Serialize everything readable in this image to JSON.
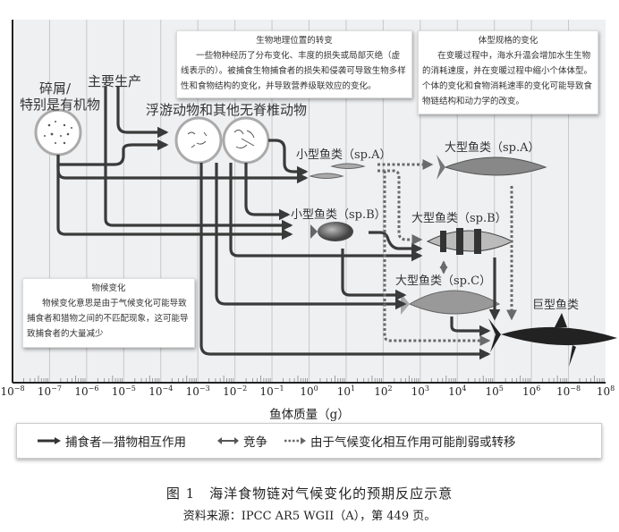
{
  "chart_data": {
    "type": "diagram",
    "title": "海洋食物链对气候变化的预期反应示意",
    "xlabel": "鱼体质量（g）",
    "x_scale": "log10",
    "xlim": [
      -8,
      8
    ],
    "tick_labels": [
      "10^-8",
      "10^-7",
      "10^-6",
      "10^-5",
      "10^-4",
      "10^-3",
      "10^-2",
      "10^-1",
      "10^0",
      "10^1",
      "10^2",
      "10^3",
      "10^4",
      "10^5",
      "10^6",
      "10^-8",
      "10^8"
    ],
    "grid": true
  },
  "ticks": [
    {
      "base": "10",
      "exp": "−8"
    },
    {
      "base": "10",
      "exp": "−7"
    },
    {
      "base": "10",
      "exp": "−6"
    },
    {
      "base": "10",
      "exp": "−5"
    },
    {
      "base": "10",
      "exp": "−4"
    },
    {
      "base": "10",
      "exp": "−3"
    },
    {
      "base": "10",
      "exp": "−2"
    },
    {
      "base": "10",
      "exp": "−1"
    },
    {
      "base": "10",
      "exp": "0"
    },
    {
      "base": "10",
      "exp": "1"
    },
    {
      "base": "10",
      "exp": "2"
    },
    {
      "base": "10",
      "exp": "3"
    },
    {
      "base": "10",
      "exp": "4"
    },
    {
      "base": "10",
      "exp": "5"
    },
    {
      "base": "10",
      "exp": "6"
    },
    {
      "base": "10",
      "exp": "−8"
    },
    {
      "base": "10",
      "exp": "8"
    }
  ],
  "nodes": {
    "detritus": "碎屑/",
    "detritus2": "特别是有机物",
    "primary": "主要生产",
    "plankton": "浮游动物和其他无脊椎动物",
    "small_a": "小型鱼类（sp.A）",
    "small_b": "小型鱼类（sp.B）",
    "large_a": "大型鱼类（sp.A）",
    "large_b": "大型鱼类（sp.B）",
    "large_c": "大型鱼类（sp.C）",
    "giant": "巨型鱼类"
  },
  "boxes": {
    "biogeo": {
      "title": "生物地理位置的转变",
      "body": "一些物种经历了分布变化、丰度的损失或局部灭绝（虚线表示的）。被捕食生物捕食者的损失和侵袭可导致生物多样性和食物结构的变化，并导致营养级联效应的变化。"
    },
    "bodysize": {
      "title": "体型规格的变化",
      "body": "在变暖过程中，海水升温会增加水生生物的消耗速度，并在变暖过程中缩小个体体型。个体的变化和食物消耗速率的变化可能导致食物链结构和动力学的改变。"
    },
    "phenology": {
      "title": "物候变化",
      "body": "物候变化意思是由于气候变化可能导致捕食者和猎物之间的不匹配现象，这可能导致捕食者的大量减少"
    }
  },
  "xlabel": "鱼体质量（g）",
  "legend": {
    "predation": "捕食者—猎物相互作用",
    "competition": "竞争",
    "weakened": "由于气候变化相互作用可能削弱或转移"
  },
  "caption": "图 1　海洋食物链对气候变化的预期反应示意",
  "source": "资料来源：IPCC AR5 WGII（A），第 449 页。",
  "colors": {
    "arrow": "#3a3a3a",
    "dotted": "#6a6a6a",
    "panel": "#eff0f2",
    "grid": "#c8c8c8"
  }
}
